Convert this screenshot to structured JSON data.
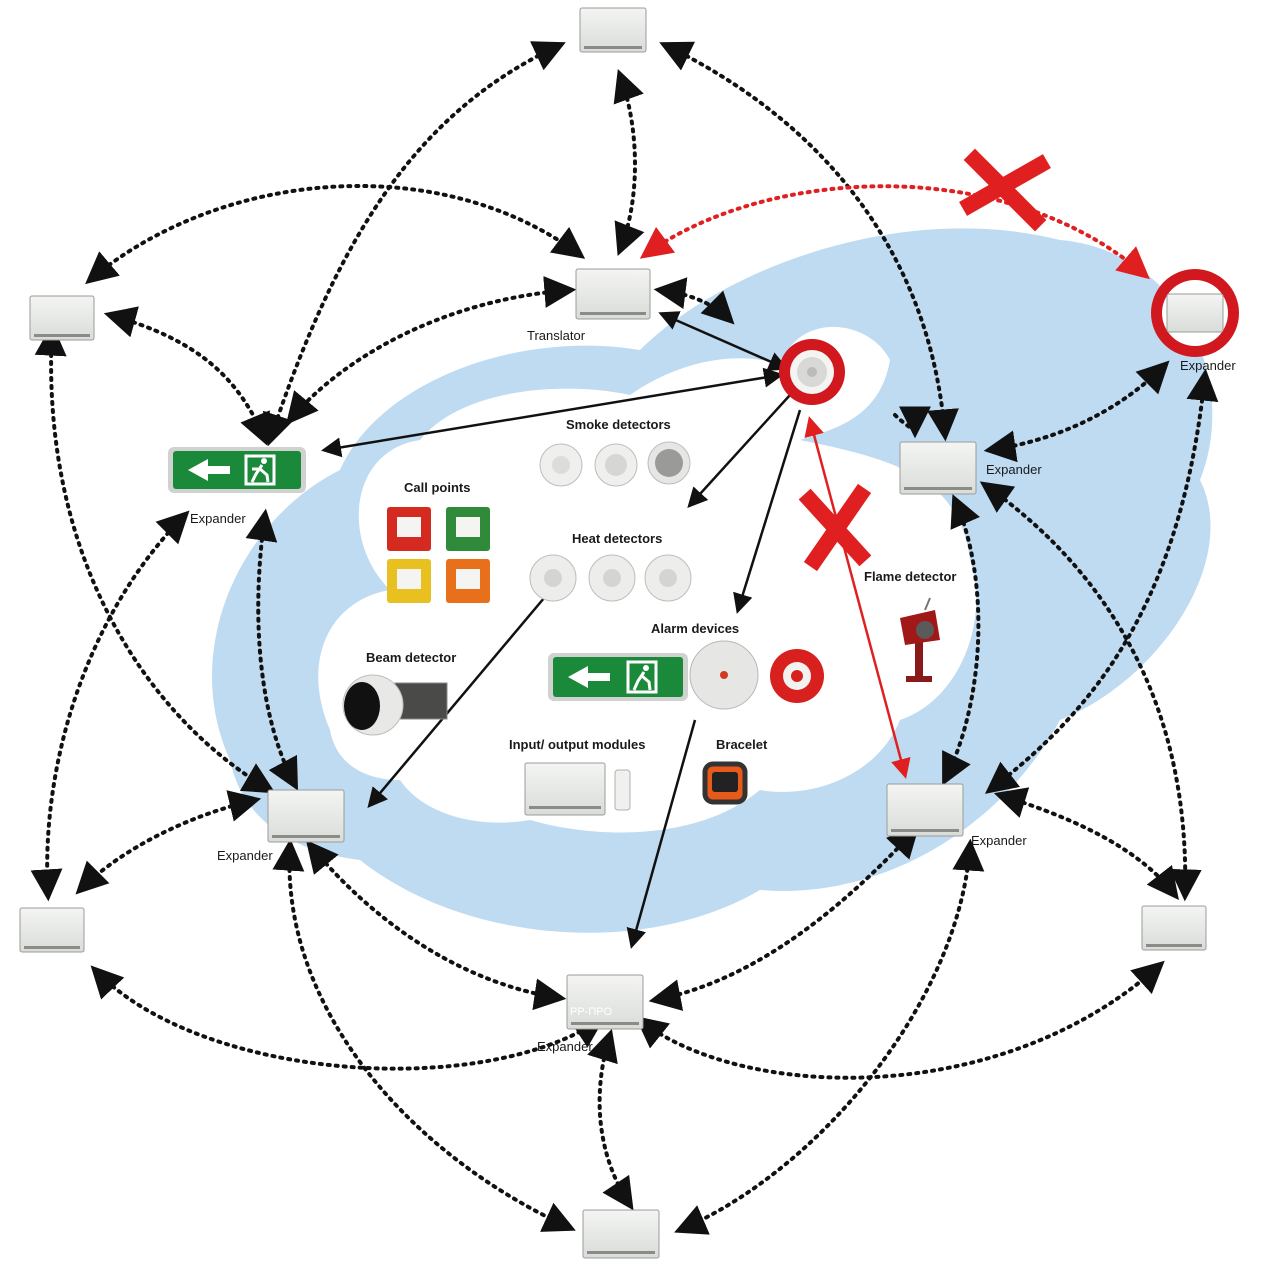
{
  "labels": {
    "translator": "Translator",
    "expander": "Expander",
    "expander_module_text": "PP-ΠΡΟ"
  },
  "groups": {
    "smoke": "Smoke detectors",
    "call": "Call points",
    "heat": "Heat detectors",
    "beam": "Beam detector",
    "alarm": "Alarm devices",
    "io": "Input/ output modules",
    "bracelet": "Bracelet",
    "flame": "Flame detector"
  },
  "colors": {
    "cloud_blue": "#a9cfee",
    "link_black": "#111111",
    "failed_red": "#e02020",
    "exit_green": "#1a8a3a"
  },
  "icons": {
    "failed_link": "cross-icon",
    "exit_sign": "exit-sign-icon"
  }
}
